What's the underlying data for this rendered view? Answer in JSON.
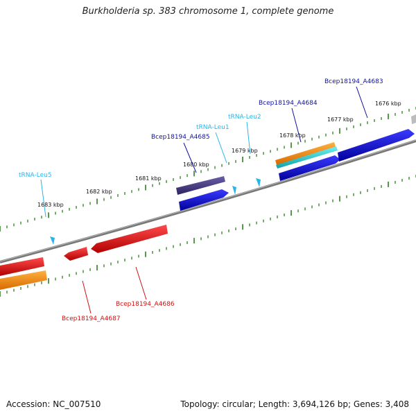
{
  "title": "Burkholderia sp. 383 chromosome 1, complete genome",
  "footer": {
    "accession": "Accession: NC_007510",
    "summary": "Topology: circular; Length: 3,694,126 bp; Genes: 3,408"
  },
  "ticks": [
    {
      "label": "1683 kbp"
    },
    {
      "label": "1682 kbp"
    },
    {
      "label": "1681 kbp"
    },
    {
      "label": "1680 kbp"
    },
    {
      "label": "1679 kbp"
    },
    {
      "label": "1678 kbp"
    },
    {
      "label": "1677 kbp"
    },
    {
      "label": "1676 kbp"
    }
  ],
  "features": {
    "trna_leu5": "tRNA-Leu5",
    "trna_leu1": "tRNA-Leu1",
    "trna_leu2": "tRNA-Leu2",
    "gene_a4685": "Bcep18194_A4685",
    "gene_a4684": "Bcep18194_A4684",
    "gene_a4683": "Bcep18194_A4683",
    "gene_a4686": "Bcep18194_A4686",
    "gene_a4687": "Bcep18194_A4687"
  },
  "colors": {
    "backbone": "#8a8a8a",
    "tick": "#2e7d1e",
    "cds_forward": "#0a0ad8",
    "cds_reverse": "#e00a0a",
    "gene_dark": "#4a3e86",
    "orange": "#f08a00",
    "cyan": "#1ec8cc",
    "trna": "#29b6e6",
    "label_blue": "#1010a0",
    "label_red": "#cc1010",
    "label_cyan": "#29b6e6"
  }
}
